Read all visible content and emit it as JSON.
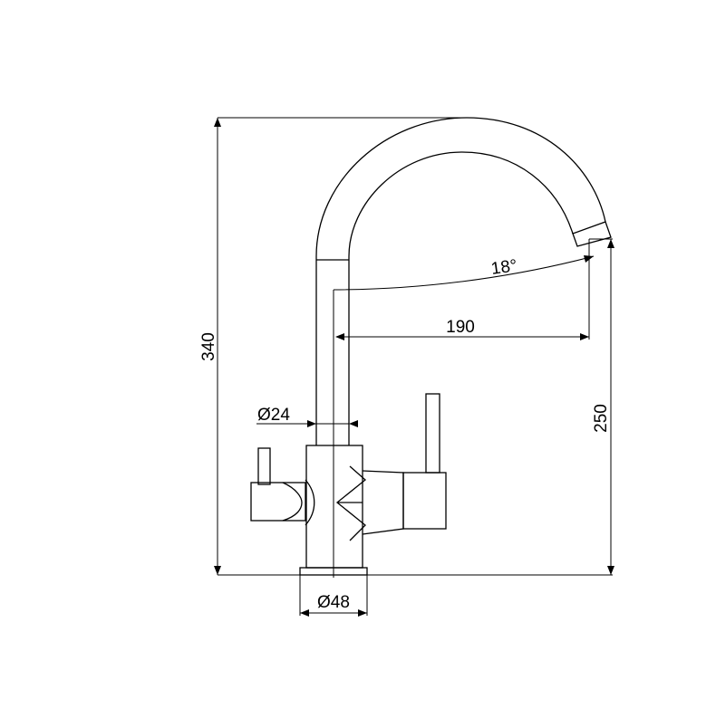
{
  "dimensions": {
    "total_height": "340",
    "spout_height": "250",
    "spout_reach": "190",
    "spout_angle": "18°",
    "column_diameter": "Ø24",
    "base_diameter": "Ø48"
  }
}
